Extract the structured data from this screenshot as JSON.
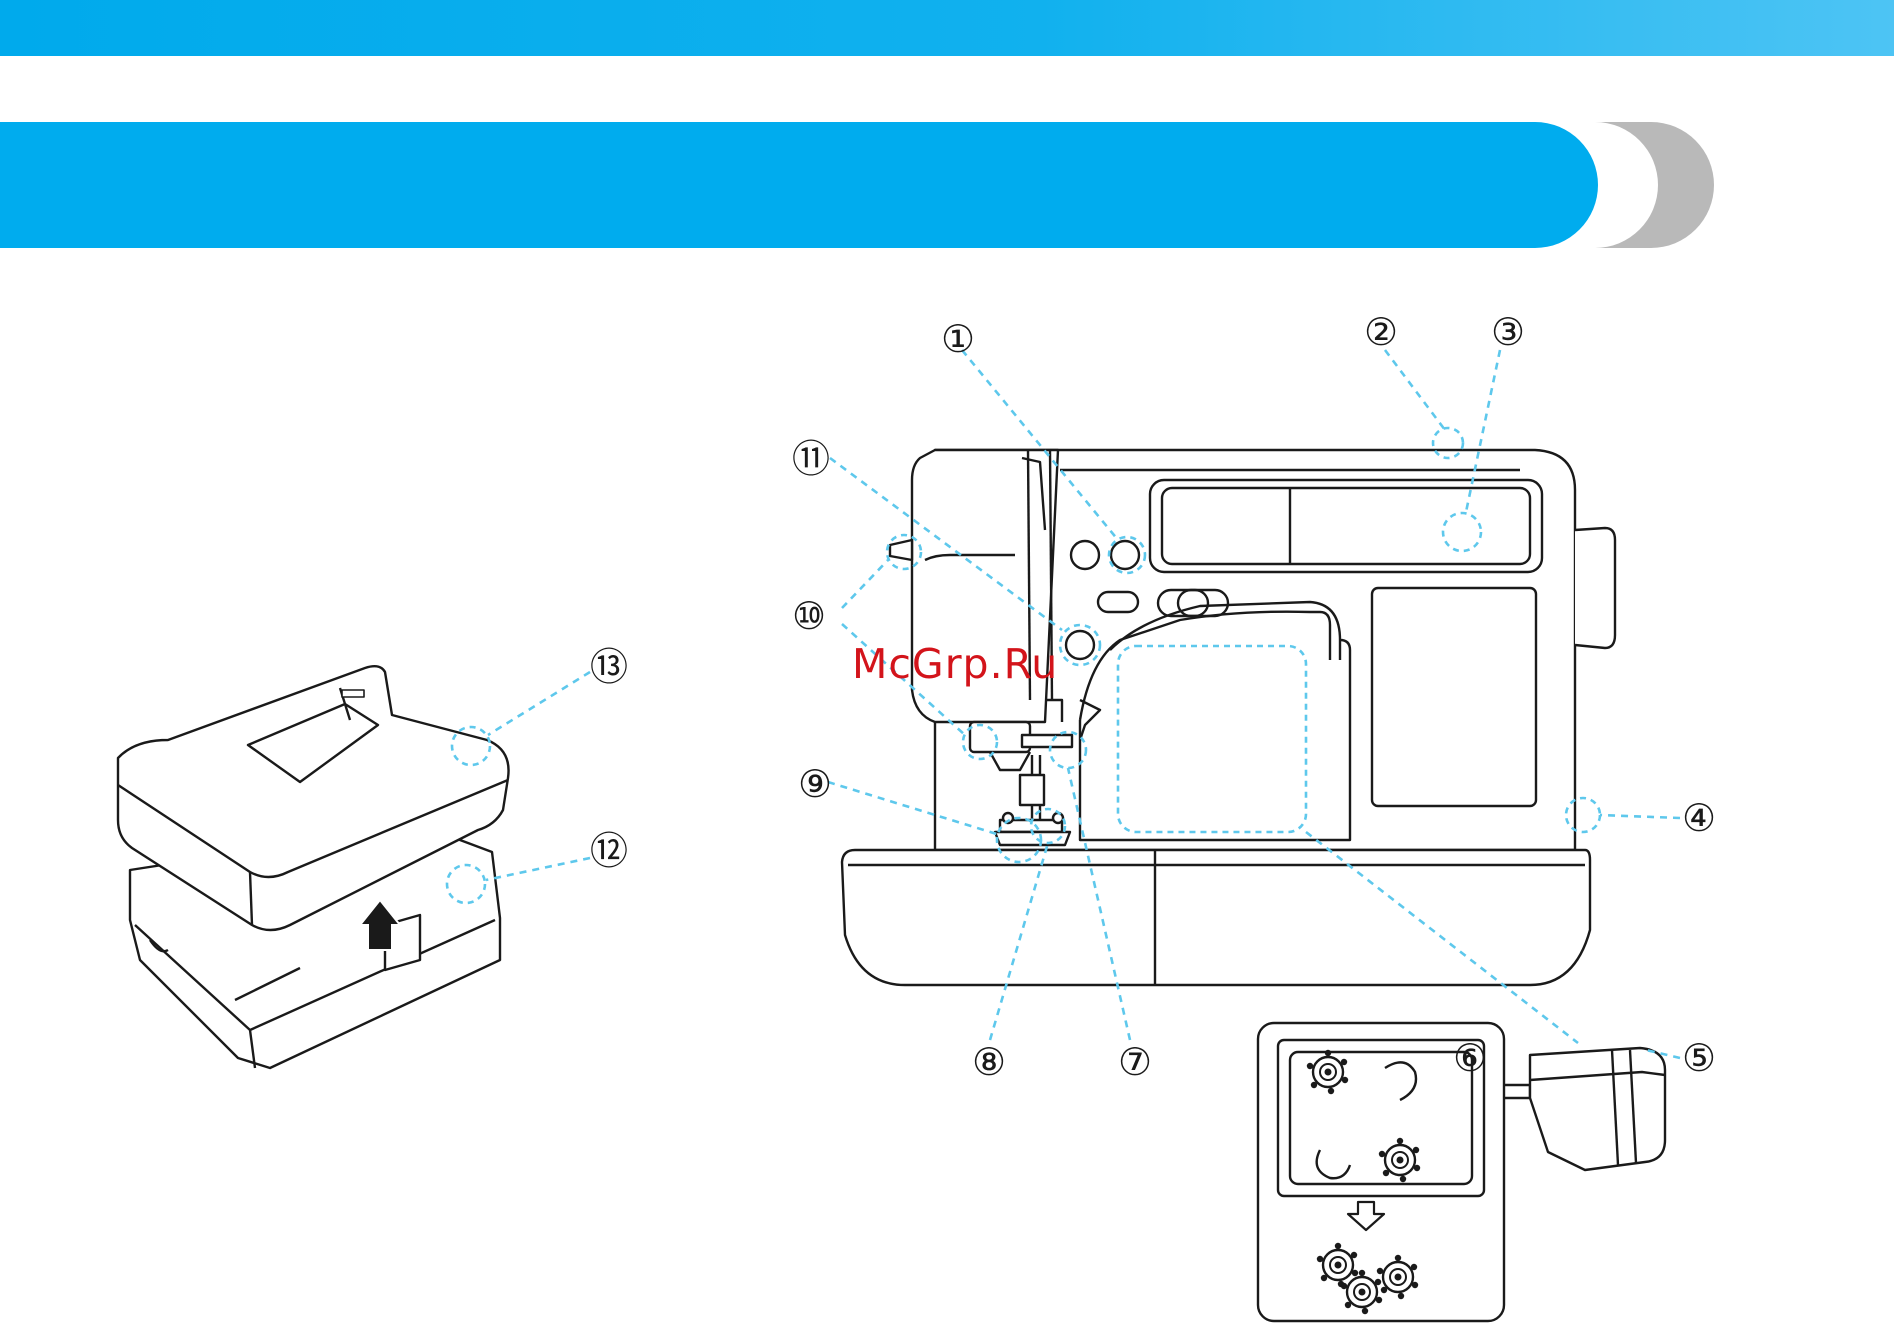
{
  "colors": {
    "accent": "#00acee",
    "banner_tab": "#b9b9b9",
    "leader": "#5ec8ec",
    "line": "#1a1a1a",
    "watermark": "#d3141b"
  },
  "watermark": {
    "text": "McGrp.Ru"
  },
  "callouts": [
    {
      "id": "c1",
      "label": "①"
    },
    {
      "id": "c2",
      "label": "②"
    },
    {
      "id": "c3",
      "label": "③"
    },
    {
      "id": "c4",
      "label": "④"
    },
    {
      "id": "c5",
      "label": "⑤"
    },
    {
      "id": "c6",
      "label": "⑥"
    },
    {
      "id": "c7",
      "label": "⑦"
    },
    {
      "id": "c8",
      "label": "⑧"
    },
    {
      "id": "c9",
      "label": "⑨"
    },
    {
      "id": "c10",
      "label": "⑩"
    },
    {
      "id": "c11",
      "label": "⑪"
    },
    {
      "id": "c12",
      "label": "⑫"
    },
    {
      "id": "c13",
      "label": "⑬"
    }
  ],
  "icons": [
    "arrow-up-icon",
    "arrow-down-icon",
    "bobbin-icon"
  ]
}
